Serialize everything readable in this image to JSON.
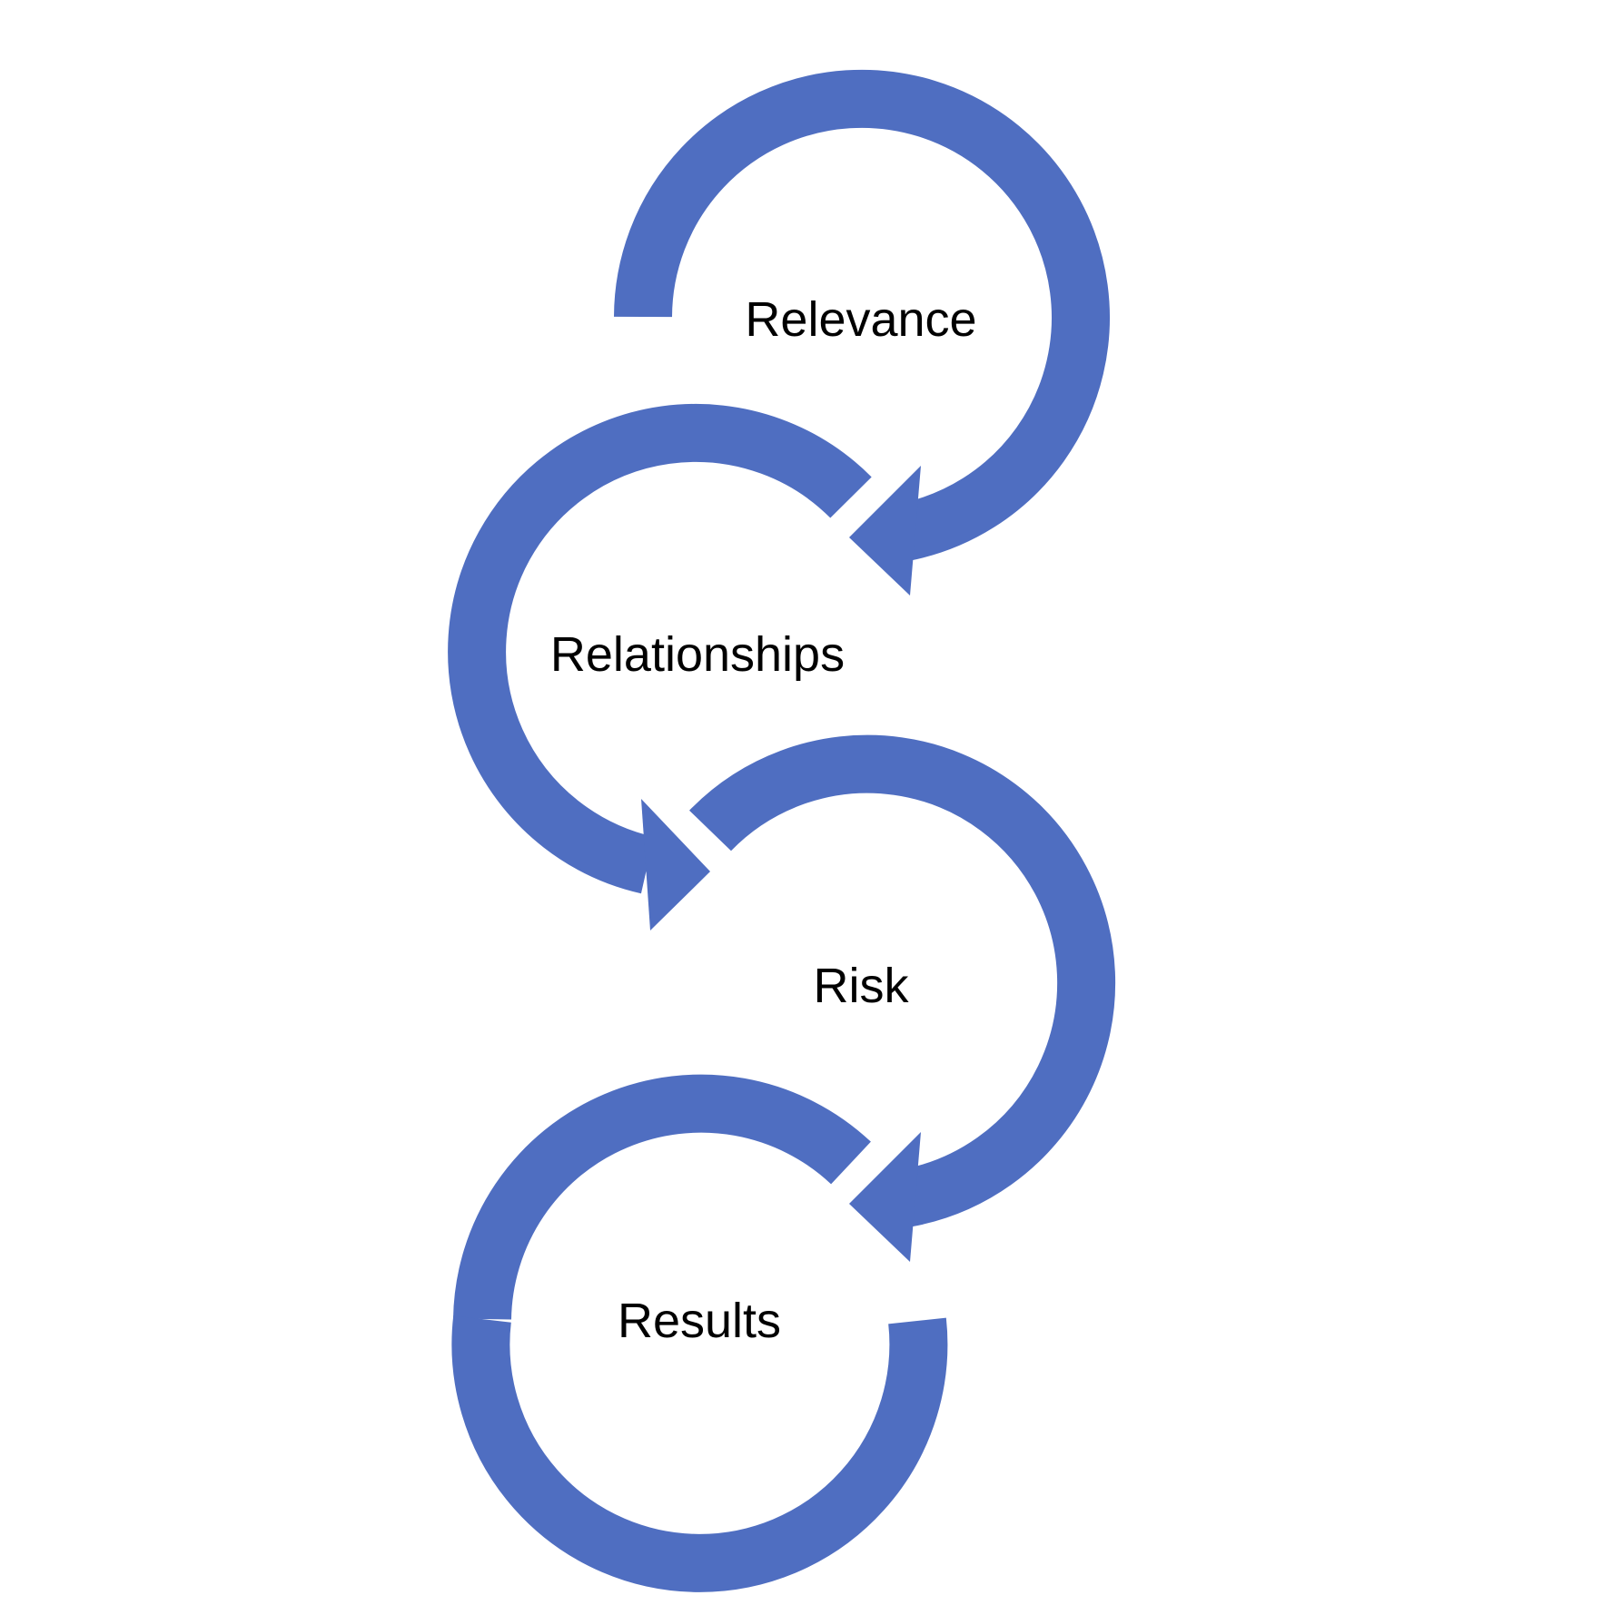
{
  "colors": {
    "arrow": "#4F6EC1",
    "text": "#000000",
    "background": "#FFFFFF"
  },
  "steps": [
    {
      "label": "Relevance"
    },
    {
      "label": "Relationships"
    },
    {
      "label": "Risk"
    },
    {
      "label": "Results"
    }
  ]
}
